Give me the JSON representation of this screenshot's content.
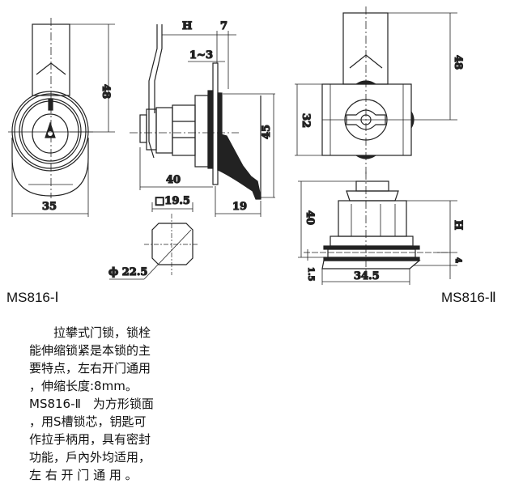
{
  "views": {
    "front_view_1": {
      "dimensions": {
        "height": "48",
        "width": "35"
      }
    },
    "side_view": {
      "dimensions": {
        "H": "H",
        "plate": "7",
        "panel": "1~3",
        "length": "40",
        "tongue_height": "45",
        "tongue_width": "19"
      }
    },
    "cutout": {
      "dimensions": {
        "square": "□19.5",
        "diameter": "ϕ 22.5"
      }
    },
    "front_view_2": {
      "dimensions": {
        "height": "48",
        "face": "32"
      }
    },
    "side_view_2": {
      "dimensions": {
        "height": "40",
        "H": "H",
        "gasket": "4",
        "base": "1.5",
        "width": "34.5"
      }
    }
  },
  "captions": {
    "model_1": "MS816-Ⅰ",
    "model_2": "MS816-Ⅱ"
  },
  "description": {
    "lines": [
      "　　拉攀式门锁，锁栓",
      "能伸缩锁紧是本锁的主",
      "要特点，左右开门通用",
      "，伸缩长度:8mm。",
      "MS816-Ⅱ　为方形锁面",
      "，用S槽锁芯，钥匙可",
      "作拉手柄用，具有密封",
      "功能，戶內外均适用，",
      "左 右 开 门 通 用 。"
    ]
  }
}
